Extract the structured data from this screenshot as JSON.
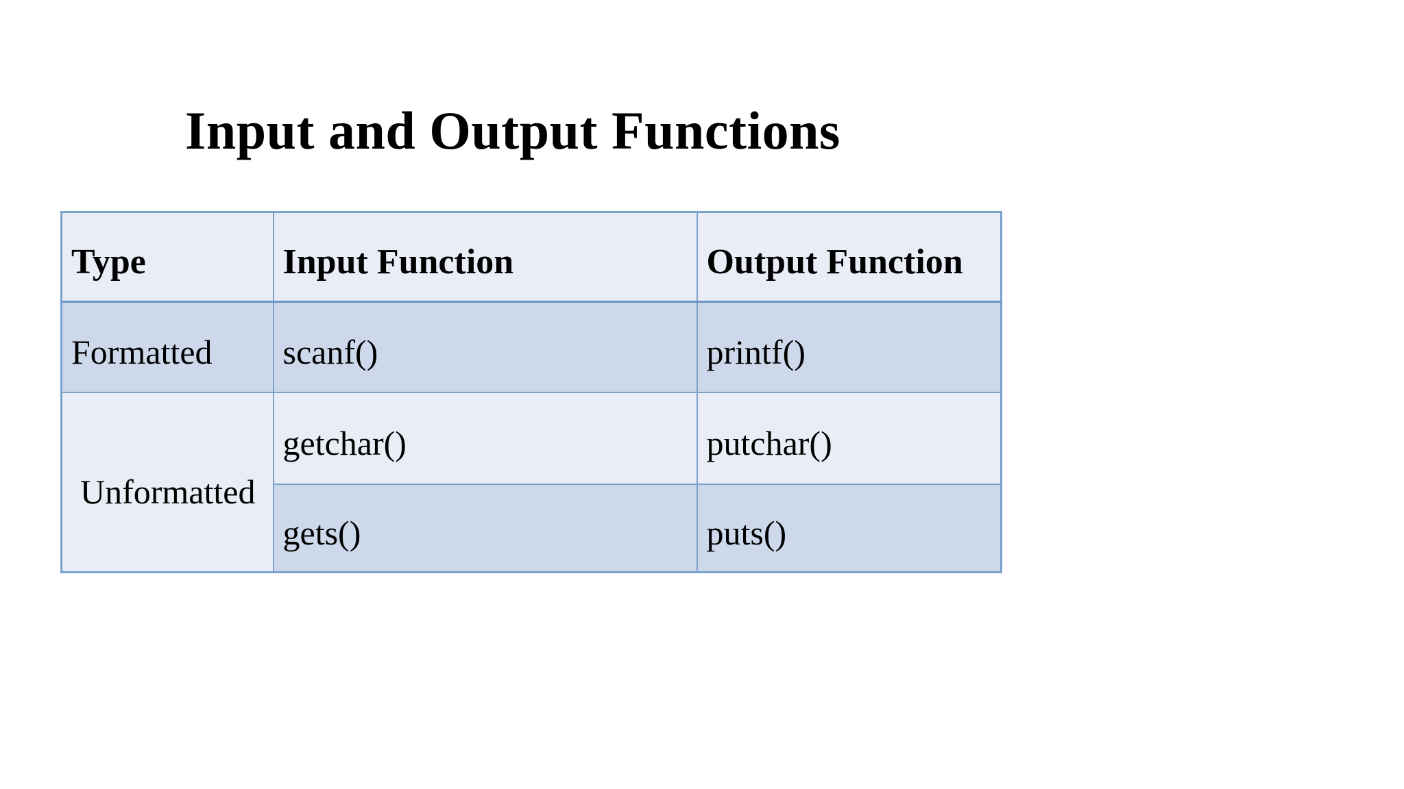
{
  "title": "Input and Output Functions",
  "theme": {
    "page-bg": "#ffffff",
    "text-color": "#000000",
    "accent-border": "#7ba1cc",
    "accent-border-dark": "#6b95c2",
    "band-light": "#e9eef6",
    "band-dark": "#cdd9eb"
  },
  "table": {
    "columns": [
      {
        "label": "Type"
      },
      {
        "label": "Input Function"
      },
      {
        "label": "Output Function"
      }
    ],
    "rows": [
      {
        "type": "Formatted",
        "input": "scanf()",
        "output": "printf()"
      },
      {
        "type": "Unformatted",
        "input": "getchar()",
        "output": "putchar()"
      },
      {
        "type": "",
        "input": "gets()",
        "output": "puts()"
      }
    ]
  }
}
